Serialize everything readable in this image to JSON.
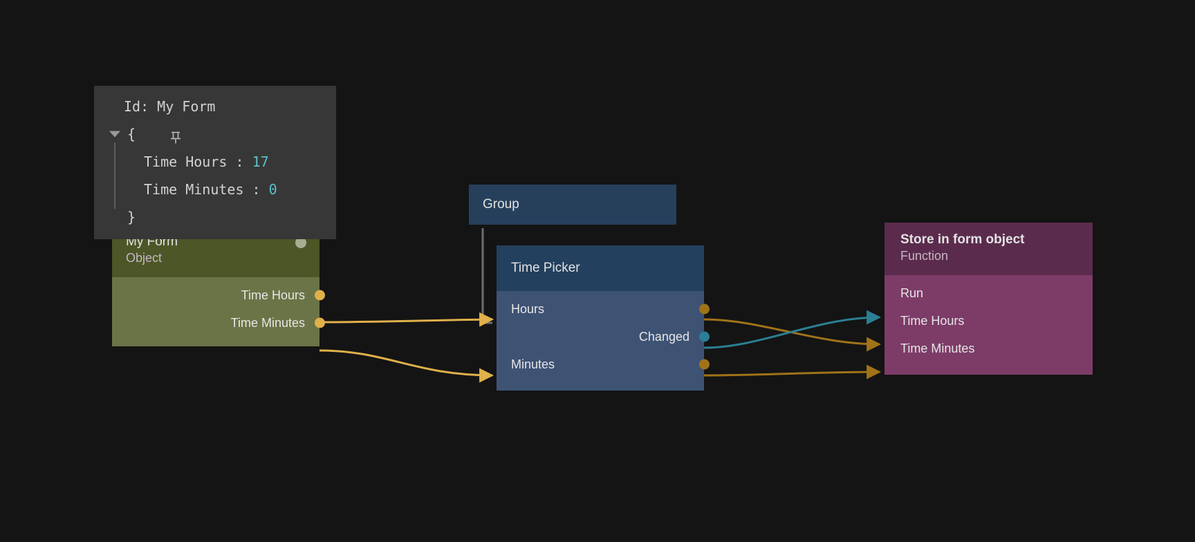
{
  "canvas": {
    "background_color": "#141414"
  },
  "inspector": {
    "pin_icon": "pin-icon",
    "title": "Id: My Form",
    "open_brace": "{",
    "close_brace": "}",
    "entries": [
      {
        "key": "Time Hours",
        "separator": ":",
        "value": "17"
      },
      {
        "key": "Time Minutes",
        "separator": ":",
        "value": "0"
      }
    ],
    "value_color": "#5fc0c9",
    "background_color": "#373737"
  },
  "nodes": {
    "my_form": {
      "title": "My Form",
      "subtitle": "Object",
      "header_color": "#4c5627",
      "body_color": "#6b7447",
      "status_dot": "status-dot",
      "outputs": [
        {
          "label": "Time Hours",
          "color": "#e0b04a"
        },
        {
          "label": "Time Minutes",
          "color": "#e0b04a"
        }
      ]
    },
    "group": {
      "title": "Group",
      "header_color": "#26405c"
    },
    "time_picker": {
      "title": "Time Picker",
      "header_color": "#23405e",
      "body_color": "#3e5274",
      "inputs": [
        {
          "label": "Hours"
        },
        {
          "label": "Minutes"
        }
      ],
      "outputs": [
        {
          "label": "",
          "color": "#a07318"
        },
        {
          "label": "Changed",
          "color": "#2b7f94"
        },
        {
          "label": "",
          "color": "#a07318"
        }
      ]
    },
    "store_in_form_object": {
      "title": "Store in form object",
      "subtitle": "Function",
      "header_color": "#5b2b4d",
      "body_color": "#7d3c68",
      "inputs": [
        {
          "label": "Run"
        },
        {
          "label": "Time Hours"
        },
        {
          "label": "Time Minutes"
        }
      ]
    }
  },
  "connections": [
    {
      "from": "my_form.Time Hours",
      "to": "time_picker.Hours",
      "color": "#e0b04a"
    },
    {
      "from": "my_form.Time Minutes",
      "to": "time_picker.Minutes",
      "color": "#e0b04a"
    },
    {
      "from": "time_picker.Changed",
      "to": "store_in_form_object.Run",
      "color": "#2b7f94"
    },
    {
      "from": "time_picker.Hours",
      "to": "store_in_form_object.Time Hours",
      "color": "#a07318"
    },
    {
      "from": "time_picker.Minutes",
      "to": "store_in_form_object.Time Minutes",
      "color": "#a07318"
    },
    {
      "from": "group",
      "to": "time_picker",
      "color": "#6e6e6e"
    }
  ]
}
